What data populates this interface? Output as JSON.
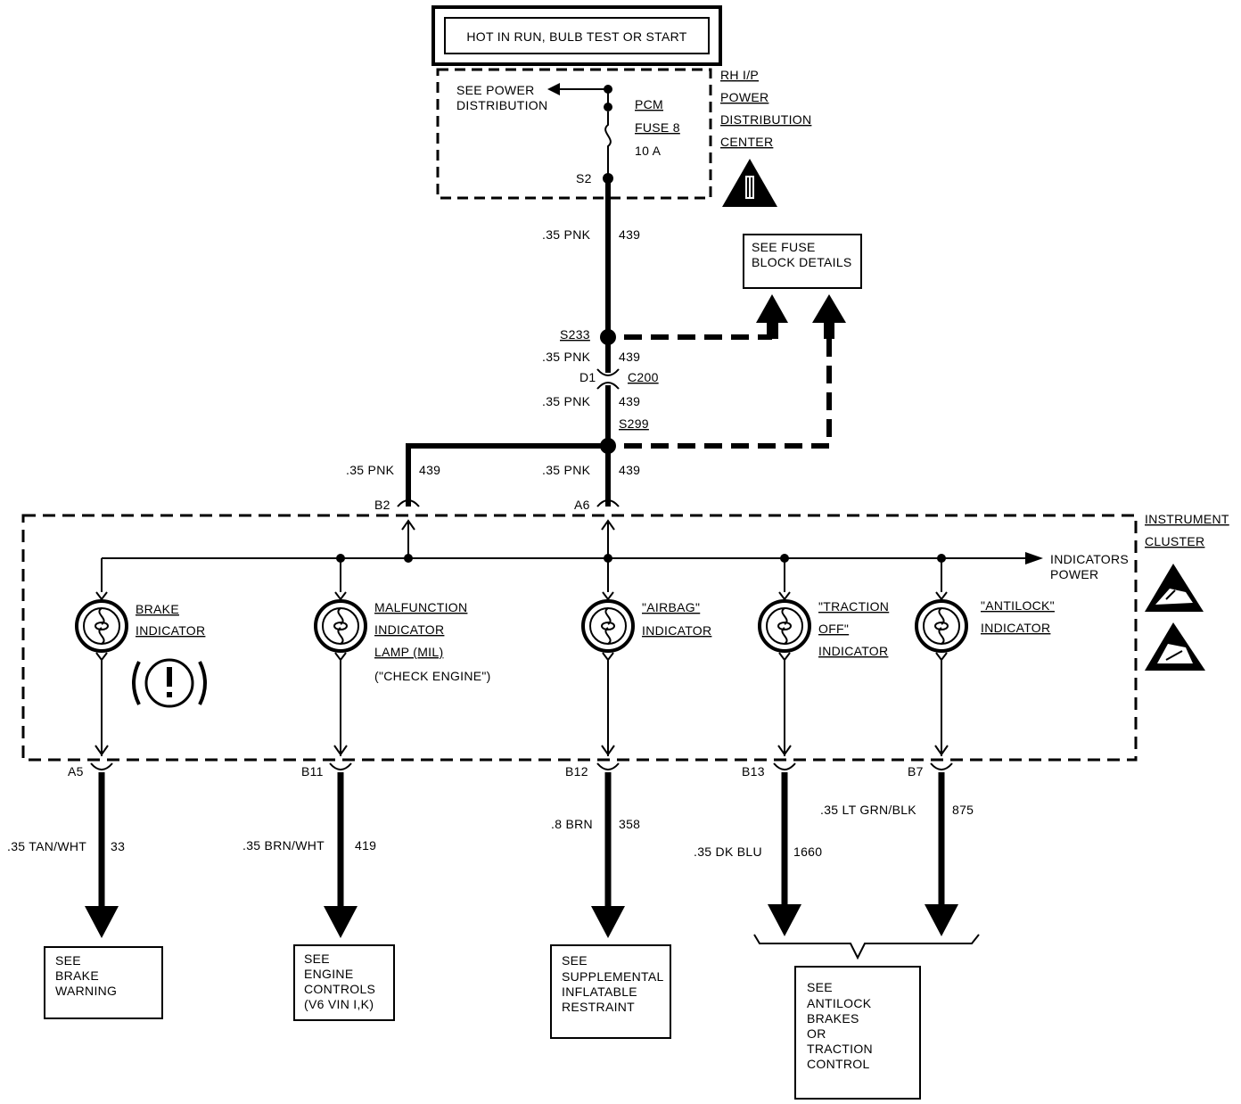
{
  "header": {
    "label": "HOT IN RUN, BULB TEST OR START"
  },
  "power_center": {
    "see_label_1": "SEE POWER",
    "see_label_2": "DISTRIBUTION",
    "fuse_line_1": "PCM",
    "fuse_line_2": "FUSE 8",
    "fuse_line_3": "10 A",
    "splice": "S2",
    "name_line_1": "RH I/P",
    "name_line_2": "POWER",
    "name_line_3": "DISTRIBUTION",
    "name_line_4": "CENTER"
  },
  "fuse_block": {
    "line_1": "SEE FUSE",
    "line_2": "BLOCK DETAILS"
  },
  "wires": {
    "w1": {
      "gauge": ".35 PNK",
      "circuit": "439"
    },
    "w2": {
      "gauge": ".35 PNK",
      "circuit": "439"
    },
    "w3": {
      "gauge": ".35 PNK",
      "circuit": "439"
    },
    "w4": {
      "gauge": ".35 PNK",
      "circuit": "439"
    },
    "w5": {
      "gauge": ".35 PNK",
      "circuit": "439"
    },
    "brake": {
      "gauge": ".35 TAN/WHT",
      "circuit": "33"
    },
    "mil": {
      "gauge": ".35 BRN/WHT",
      "circuit": "419"
    },
    "airbag": {
      "gauge": ".8 BRN",
      "circuit": "358"
    },
    "traction": {
      "gauge": ".35 DK BLU",
      "circuit": "1660"
    },
    "antilock": {
      "gauge": ".35 LT GRN/BLK",
      "circuit": "875"
    }
  },
  "splices": {
    "s233": "S233",
    "s299": "S299"
  },
  "connector_c200": {
    "pin": "D1",
    "name": "C200"
  },
  "cluster": {
    "name_line_1": "INSTRUMENT",
    "name_line_2": "CLUSTER",
    "pins_in": {
      "b2": "B2",
      "a6": "A6"
    },
    "pins_out": {
      "a5": "A5",
      "b11": "B11",
      "b12": "B12",
      "b13": "B13",
      "b7": "B7"
    },
    "power_label_1": "INDICATORS",
    "power_label_2": "POWER",
    "indicators": {
      "brake": {
        "line_1": "BRAKE",
        "line_2": "INDICATOR"
      },
      "mil": {
        "line_1": "MALFUNCTION",
        "line_2": "INDICATOR",
        "line_3": "LAMP (MIL)",
        "line_4": "(\"CHECK ENGINE\")"
      },
      "airbag": {
        "line_1": "\"AIRBAG\"",
        "line_2": "INDICATOR"
      },
      "traction": {
        "line_1": "\"TRACTION",
        "line_2": "OFF\"",
        "line_3": "INDICATOR"
      },
      "antilock": {
        "line_1": "\"ANTILOCK\"",
        "line_2": "INDICATOR"
      }
    }
  },
  "destinations": {
    "brake": {
      "line_1": "SEE",
      "line_2": "BRAKE",
      "line_3": "WARNING"
    },
    "engine": {
      "line_1": "SEE",
      "line_2": "ENGINE",
      "line_3": "CONTROLS",
      "line_4": "(V6 VIN I,K)"
    },
    "sir": {
      "line_1": "SEE",
      "line_2": "SUPPLEMENTAL",
      "line_3": "INFLATABLE",
      "line_4": "RESTRAINT"
    },
    "abs": {
      "line_1": "SEE",
      "line_2": "ANTILOCK",
      "line_3": "BRAKES",
      "line_4": "OR",
      "line_5": "TRACTION",
      "line_6": "CONTROL"
    }
  },
  "icons": [
    "warning-triangle-icon",
    "esd-hand-icon",
    "esd-warning-icon",
    "brake-warning-symbol-icon",
    "bulb-icon",
    "fuse-icon",
    "arrow-icon"
  ]
}
